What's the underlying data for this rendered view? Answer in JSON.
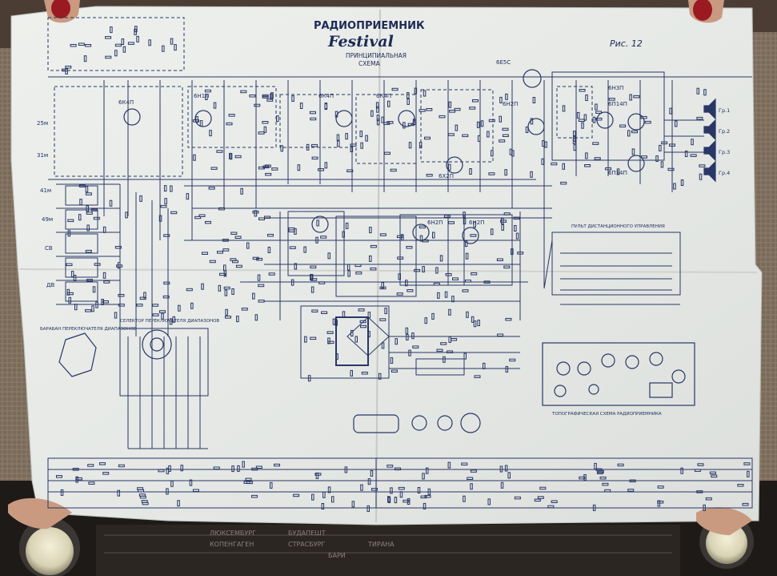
{
  "header": {
    "title": "РАДИОПРИЕМНИК",
    "brand": "Festival",
    "subtitle_1": "ПРИНЦИПИАЛЬНАЯ",
    "subtitle_2": "СХЕМА",
    "figure": "Рис. 12"
  },
  "tubes": [
    {
      "label": "6К4П"
    },
    {
      "label": "6Н1П"
    },
    {
      "label": "6К4П"
    },
    {
      "label": "6К4П"
    },
    {
      "label": "6Е5С"
    },
    {
      "label": "6Н2П"
    },
    {
      "label": "6Н3П"
    },
    {
      "label": "6П14П"
    },
    {
      "label": "6Х2П"
    },
    {
      "label": "6П14П"
    },
    {
      "label": "6Н2П"
    },
    {
      "label": "6Н2П"
    }
  ],
  "bands": [
    "25м",
    "31м",
    "41м",
    "49м",
    "СВ",
    "ДВ"
  ],
  "speakers": [
    "Гр.1",
    "Гр.2",
    "Гр.3",
    "Гр.4"
  ],
  "section_titles": {
    "remote": "ПУЛЬТ ДИСТАНЦИОННОГО УПРАВЛЕНИЯ",
    "topo": "ТОПОГРАФИЧЕСКАЯ СХЕМА РАДИОПРИЕМНИКА",
    "selector": "СЕЛЕКТОР ПЕРЕКЛЮЧАТЕЛЯ ДИАПАЗОНОВ",
    "drum": "БАРАБАН ПЕРЕКЛЮЧАТЕЛЯ ДИАПАЗОНОВ"
  },
  "dial_cities": [
    "ЛЮКСЕМБУРГ",
    "КОПЕНГАГЕН",
    "БУДАПЕШТ",
    "СТРАСБУРГ",
    "ТИРАНА",
    "БАРИ"
  ],
  "colors": {
    "paper": "#e9ebe8",
    "ink": "#2a3766",
    "background": "#5a4a3e"
  }
}
